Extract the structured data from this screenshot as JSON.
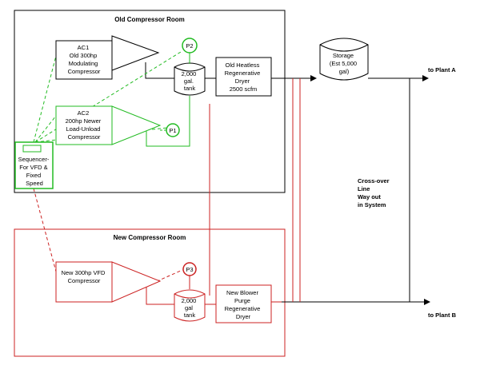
{
  "rooms": {
    "old": {
      "title": "Old Compressor Room"
    },
    "new": {
      "title": "New Compressor Room"
    }
  },
  "equipment": {
    "ac1": {
      "lines": [
        "AC1",
        "Old 300hp",
        "Modulating",
        "Compressor"
      ]
    },
    "ac2": {
      "lines": [
        "AC2",
        "200hp Newer",
        "Load-Unload",
        "Compressor"
      ]
    },
    "new_vfd": {
      "lines": [
        "New 300hp VFD",
        "Compressor"
      ]
    },
    "sequencer": {
      "lines": [
        "Sequencer-",
        "For VFD &",
        "Fixed",
        "Speed"
      ]
    },
    "tank_old": {
      "lines": [
        "2,000",
        "gal.",
        "tank"
      ]
    },
    "tank_new": {
      "lines": [
        "2,000",
        "gal",
        "tank"
      ]
    },
    "dryer_old": {
      "lines": [
        "Old Heatless",
        "Regenerative",
        "Dryer",
        "2500 scfm"
      ]
    },
    "dryer_new": {
      "lines": [
        "New Blower",
        "Purge",
        "Regenerative",
        "Dryer"
      ]
    },
    "storage": {
      "lines": [
        "Storage",
        "(Est 5,000",
        "gal)"
      ]
    }
  },
  "sensors": {
    "p1": "P1",
    "p2": "P2",
    "p3": "P3"
  },
  "outlets": {
    "plant_a": "to Plant A",
    "plant_b": "to Plant B"
  },
  "crossover": {
    "lines": [
      "Cross-over",
      "Line",
      "Way out",
      "in System"
    ]
  },
  "colors": {
    "black": "#000000",
    "green": "#22bb22",
    "red": "#cc2222"
  }
}
